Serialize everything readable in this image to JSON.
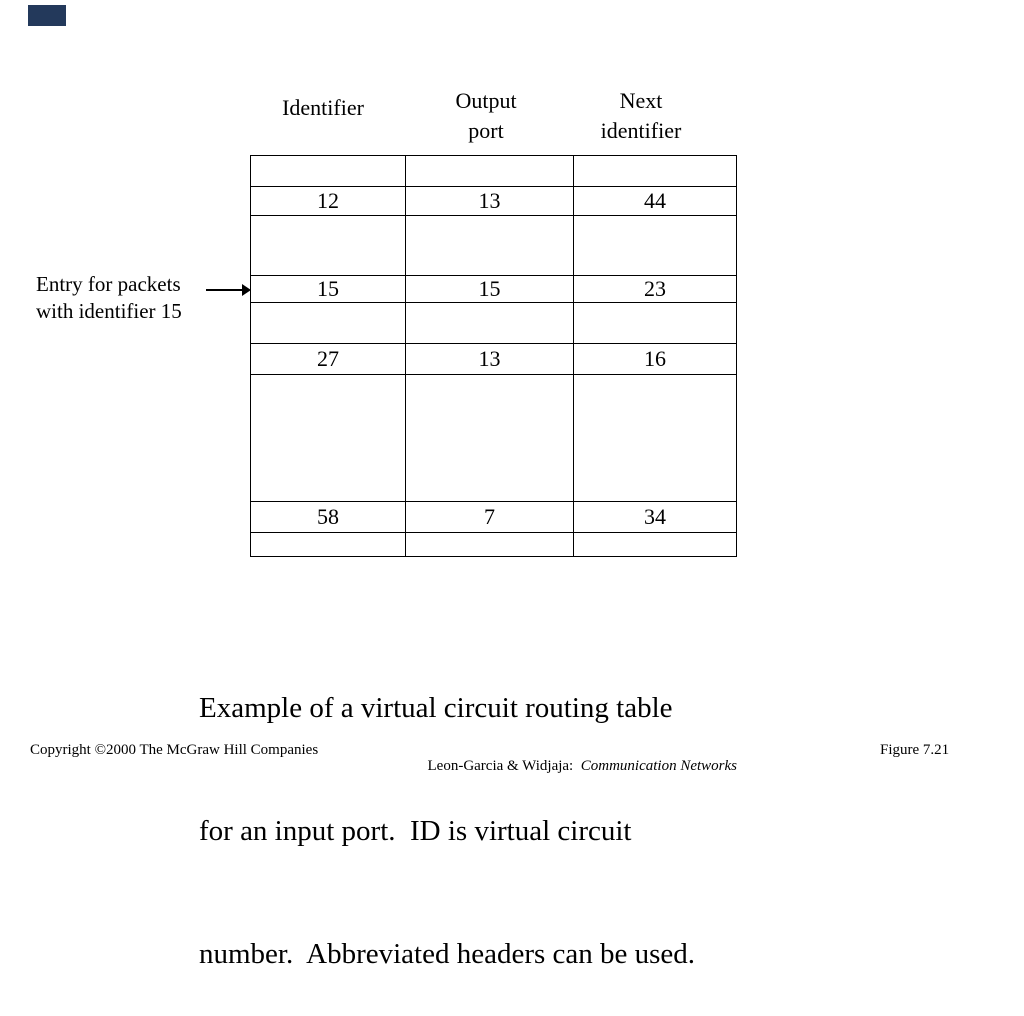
{
  "accent": {
    "corner_box_color": "#23395B"
  },
  "headers": [
    {
      "line1": "Identifier",
      "line2": ""
    },
    {
      "line1": "Output",
      "line2": "port"
    },
    {
      "line1": "Next",
      "line2": "identifier"
    }
  ],
  "table": {
    "rows": [
      {
        "cells": [
          "",
          "",
          ""
        ]
      },
      {
        "cells": [
          "12",
          "13",
          "44"
        ]
      },
      {
        "cells": [
          "",
          "",
          ""
        ]
      },
      {
        "cells": [
          "15",
          "15",
          "23"
        ]
      },
      {
        "cells": [
          "",
          "",
          ""
        ]
      },
      {
        "cells": [
          "27",
          "13",
          "16"
        ]
      },
      {
        "cells": [
          "",
          "",
          ""
        ]
      },
      {
        "cells": [
          "58",
          "7",
          "34"
        ]
      },
      {
        "cells": [
          "",
          "",
          ""
        ]
      }
    ]
  },
  "annotation": {
    "line1": "Entry for packets",
    "line2": "with identifier 15"
  },
  "caption": {
    "line1": "Example of a virtual circuit routing table",
    "line2": "for an input port.  ID is virtual circuit",
    "line3": "number.  Abbreviated headers can be used."
  },
  "footer": {
    "copyright": "Copyright ©2000 The McGraw Hill Companies",
    "authors": "Leon-Garcia & Widjaja:  ",
    "book_title": "Communication Networks",
    "figure_label": "Figure 7.21"
  }
}
